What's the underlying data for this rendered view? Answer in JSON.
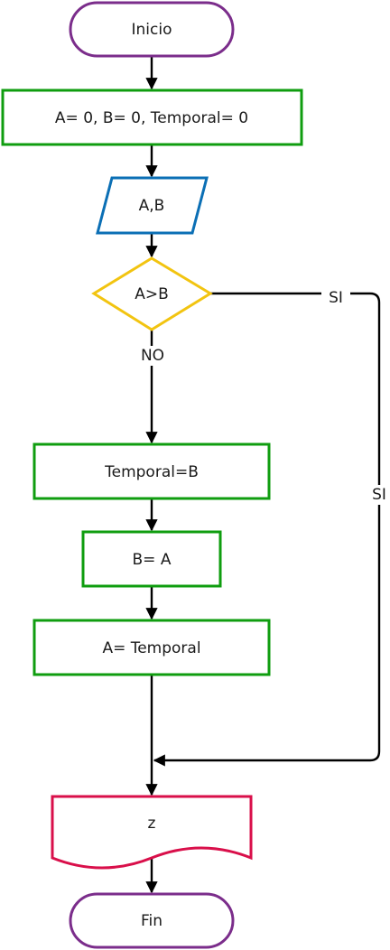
{
  "nodes": {
    "start": {
      "label": "Inicio",
      "shape": "terminal",
      "color": "#7b2d8b"
    },
    "init": {
      "label": "A= 0, B= 0, Temporal= 0",
      "shape": "process",
      "color": "#0f9d0f"
    },
    "input": {
      "label": "A,B",
      "shape": "data",
      "color": "#0b6fb5"
    },
    "decision": {
      "label": "A>B",
      "shape": "decision",
      "color": "#f2c410"
    },
    "step1": {
      "label": "Temporal=B",
      "shape": "process",
      "color": "#0f9d0f"
    },
    "step2": {
      "label": "B= A",
      "shape": "process",
      "color": "#0f9d0f"
    },
    "step3": {
      "label": "A= Temporal",
      "shape": "process",
      "color": "#0f9d0f"
    },
    "output": {
      "label": "z",
      "shape": "document",
      "color": "#d90f4a"
    },
    "end": {
      "label": "Fin",
      "shape": "terminal",
      "color": "#7b2d8b"
    }
  },
  "edges": {
    "no_label": "NO",
    "yes_label_top": "SI",
    "yes_label_side": "SI"
  },
  "colors": {
    "line": "#000000",
    "text": "#1a1a1a"
  }
}
